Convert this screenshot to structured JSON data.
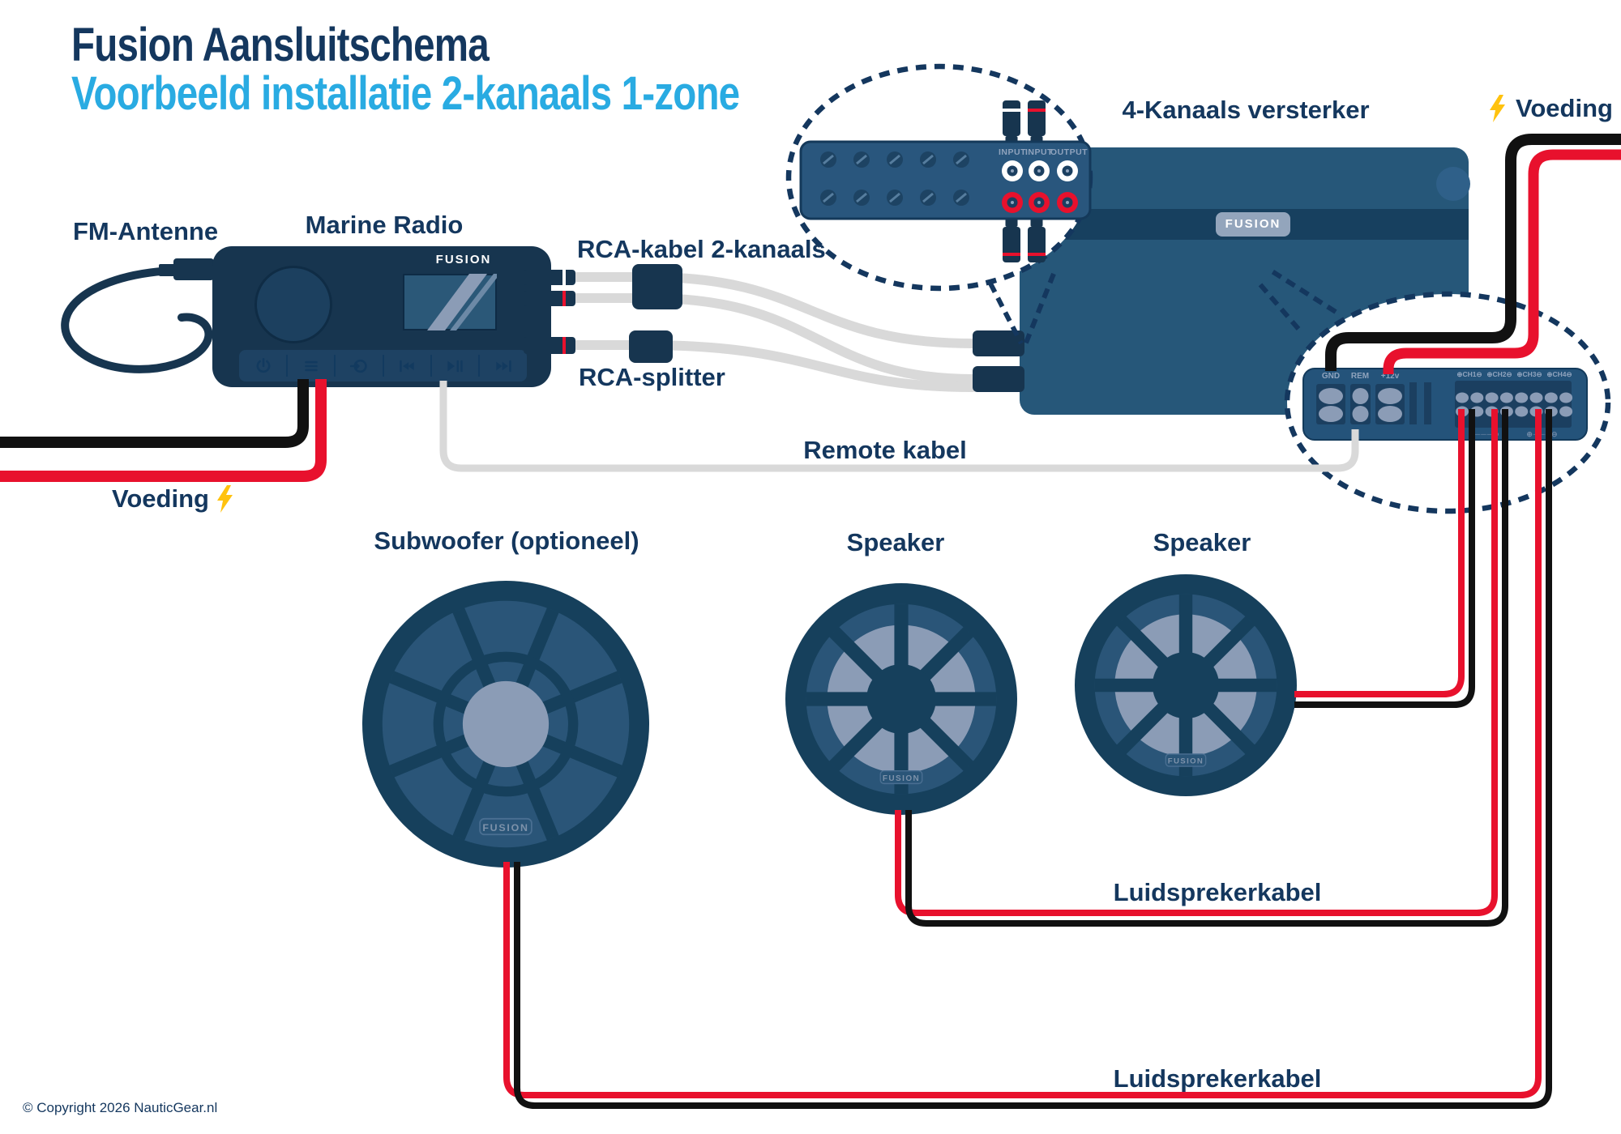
{
  "title": {
    "line1": "Fusion Aansluitschema",
    "line2": "Voorbeeld installatie 2-kanaals 1-zone"
  },
  "labels": {
    "fm_antenne": "FM-Antenne",
    "marine_radio": "Marine Radio",
    "rca_kabel": "RCA-kabel 2-kanaals",
    "rca_splitter": "RCA-splitter",
    "versterker": "4-Kanaals versterker",
    "voeding_left": "Voeding",
    "voeding_right": "Voeding",
    "remote_kabel": "Remote kabel",
    "subwoofer": "Subwoofer (optioneel)",
    "speaker_1": "Speaker",
    "speaker_2": "Speaker",
    "luidsprekerkabel_1": "Luidsprekerkabel",
    "luidsprekerkabel_2": "Luidsprekerkabel"
  },
  "devices": {
    "radio": {
      "brand": "FUSION",
      "buttons": [
        "power",
        "menu",
        "source",
        "previous",
        "play-pause",
        "next"
      ]
    },
    "amplifier": {
      "brand": "FUSION"
    },
    "speakers_brand": "FUSION"
  },
  "callout_top": {
    "jack_labels": [
      "INPUT",
      "INPUT",
      "OUTPUT"
    ]
  },
  "callout_right": {
    "terminal_labels": [
      "GND",
      "REM",
      "+12v"
    ],
    "channel_labels": [
      "CH1",
      "CH2",
      "CH3",
      "CH4"
    ]
  },
  "footer": {
    "copyright": "© Copyright 2026 NauticGear.nl"
  },
  "colors": {
    "navy_dark": "#14375e",
    "device_navy": "#17354f",
    "amp_navy": "#265779",
    "panel_navy": "#29567d",
    "steel_blue": "#8b9cb6",
    "subtitle_blue": "#29abe2",
    "cable_gray": "#d9d9d9",
    "wire_red": "#e8112d",
    "wire_black": "#111111",
    "bolt_yellow": "#ffc20e"
  }
}
